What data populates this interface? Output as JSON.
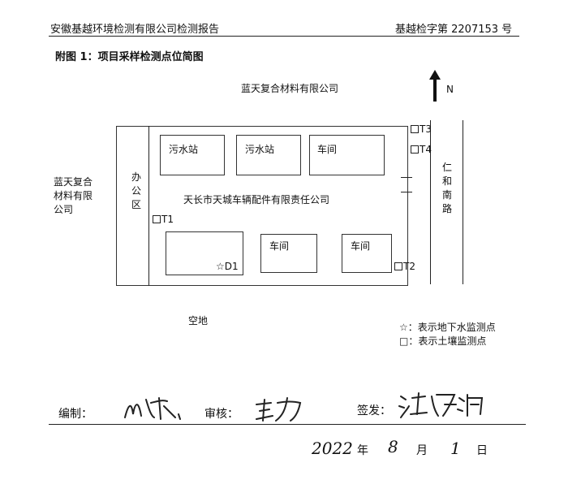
{
  "header": {
    "left_title": "安徽基越环境检测有限公司检测报告",
    "report_no": "基越检字第 2207153 号"
  },
  "figure": {
    "caption": "附图 1：项目采样检测点位简图"
  },
  "map": {
    "north_label": "N",
    "north_neighbor": "蓝天复合材料有限公司",
    "west_neighbor": [
      "蓝天复合",
      "材料有限",
      "公司"
    ],
    "south_area": "空地",
    "road": [
      "仁",
      "和",
      "南",
      "路"
    ],
    "office": [
      "办",
      "公",
      "区"
    ],
    "company": "天长市天城车辆配件有限责任公司",
    "buildings": {
      "sewage_1": "污水站",
      "sewage_2": "污水站",
      "workshop_top": "车间",
      "workshop_bottom_mid": "车间",
      "workshop_bottom_right": "车间"
    },
    "points": {
      "t1": "T1",
      "t2": "T2",
      "t3": "T3",
      "t4": "T4",
      "d1": "D1"
    },
    "legend": {
      "groundwater": "☆：表示地下水监测点",
      "soil": "□：表示土壤监测点"
    }
  },
  "footer": {
    "compiled_label": "编制：",
    "reviewed_label": "审核：",
    "approved_label": "签发：",
    "date": {
      "year": "2022",
      "year_unit": "年",
      "month": "8",
      "month_unit": "月",
      "day": "1",
      "day_unit": "日"
    }
  }
}
